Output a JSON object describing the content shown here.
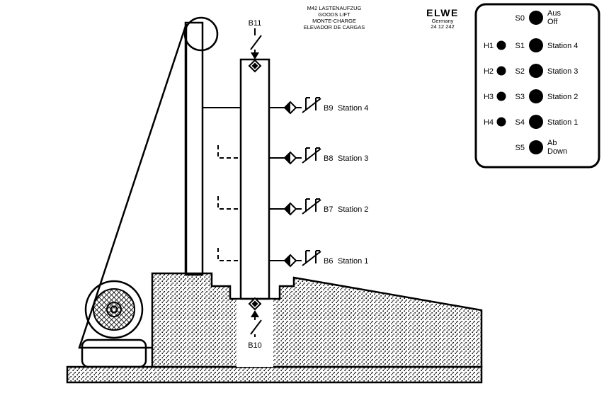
{
  "title_block": {
    "line1": "M42 LASTENAUFZUG",
    "line2": "GOODS LIFT",
    "line3": "MONTE-CHARGE",
    "line4": "ELEVADOR DE CARGAS"
  },
  "brand": {
    "name": "ELWE",
    "country": "Germany",
    "code": "24 12 242"
  },
  "diagram": {
    "sensor_top": "B11",
    "sensor_bottom": "B10",
    "stations": [
      {
        "id": "B9",
        "name": "Station 4"
      },
      {
        "id": "B8",
        "name": "Station 3"
      },
      {
        "id": "B7",
        "name": "Station 2"
      },
      {
        "id": "B6",
        "name": "Station 1"
      }
    ]
  },
  "panel": {
    "rows": [
      {
        "button": "S0",
        "line1": "Aus",
        "line2": "Off"
      },
      {
        "lamp": "H1",
        "button": "S1",
        "line1": "Station 4"
      },
      {
        "lamp": "H2",
        "button": "S2",
        "line1": "Station 3"
      },
      {
        "lamp": "H3",
        "button": "S3",
        "line1": "Station 2"
      },
      {
        "lamp": "H4",
        "button": "S4",
        "line1": "Station 1"
      },
      {
        "button": "S5",
        "line1": "Ab",
        "line2": "Down"
      }
    ]
  }
}
